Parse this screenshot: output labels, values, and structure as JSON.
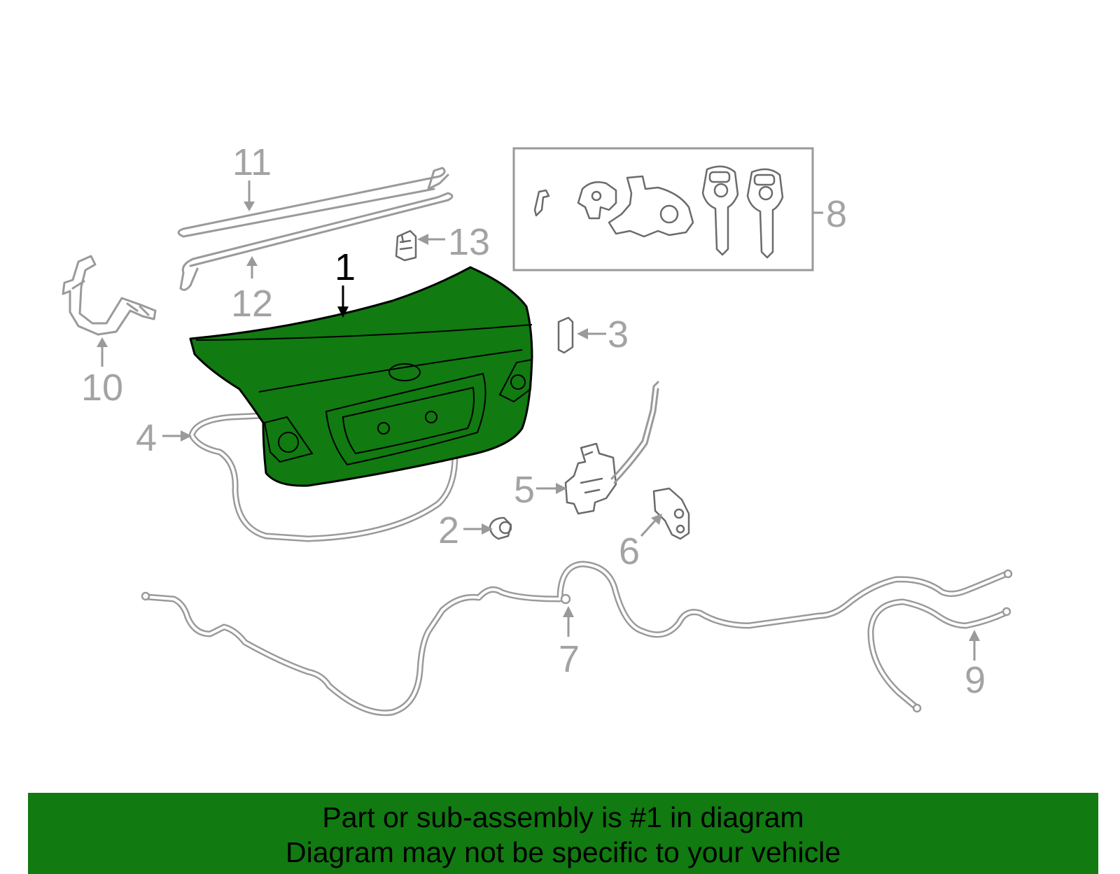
{
  "diagram": {
    "highlight_color": "#117a11",
    "highlighted_part": "1",
    "callouts": [
      "1",
      "2",
      "3",
      "4",
      "5",
      "6",
      "7",
      "8",
      "9",
      "10",
      "11",
      "12",
      "13"
    ]
  },
  "banner": {
    "line1": "Part or sub-assembly is #1 in diagram",
    "line2": "Diagram may not be specific to your vehicle",
    "background": "#117a11"
  }
}
